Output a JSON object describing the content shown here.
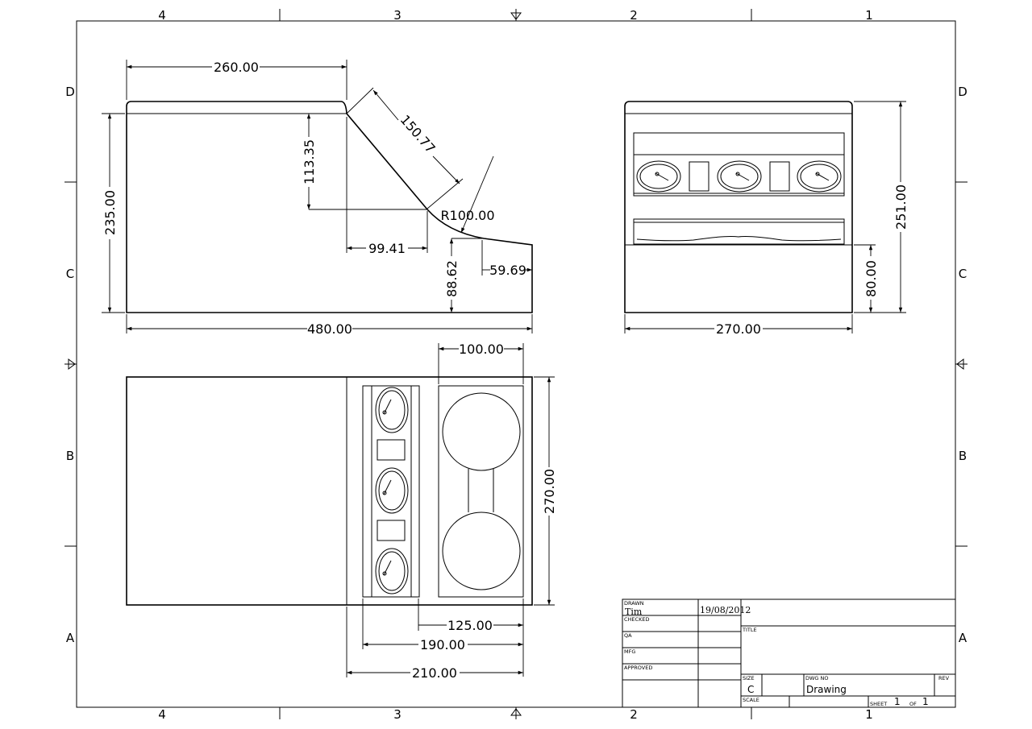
{
  "zones": {
    "columns": [
      "4",
      "3",
      "2",
      "1"
    ],
    "rows": [
      "D",
      "C",
      "B",
      "A"
    ]
  },
  "dimensions": {
    "side": {
      "top_length": "260.00",
      "slope_length": "150.77",
      "height_total": "235.00",
      "slope_rise": "113.35",
      "radius": "R100.00",
      "slope_run": "99.41",
      "lower_height": "88.62",
      "tail_length": "59.69",
      "overall_length": "480.00"
    },
    "front": {
      "overall_height": "251.00",
      "base_height": "80.00",
      "overall_width": "270.00"
    },
    "top": {
      "pod_width": "100.00",
      "overall_depth": "270.00",
      "dim_125": "125.00",
      "dim_190": "190.00",
      "dim_210": "210.00"
    }
  },
  "title_block": {
    "drawn_label": "DRAWN",
    "drawn_by": "Tim",
    "drawn_date": "19/08/2012",
    "checked_label": "CHECKED",
    "qa_label": "QA",
    "mfg_label": "MFG",
    "approved_label": "APPROVED",
    "title_label": "TITLE",
    "size_label": "SIZE",
    "size_value": "C",
    "dwg_no_label": "DWG NO",
    "dwg_no_value": "Drawing",
    "rev_label": "REV",
    "scale_label": "SCALE",
    "sheet_label": "SHEET",
    "sheet_number": "1",
    "of_label": "OF",
    "sheet_total": "1"
  }
}
